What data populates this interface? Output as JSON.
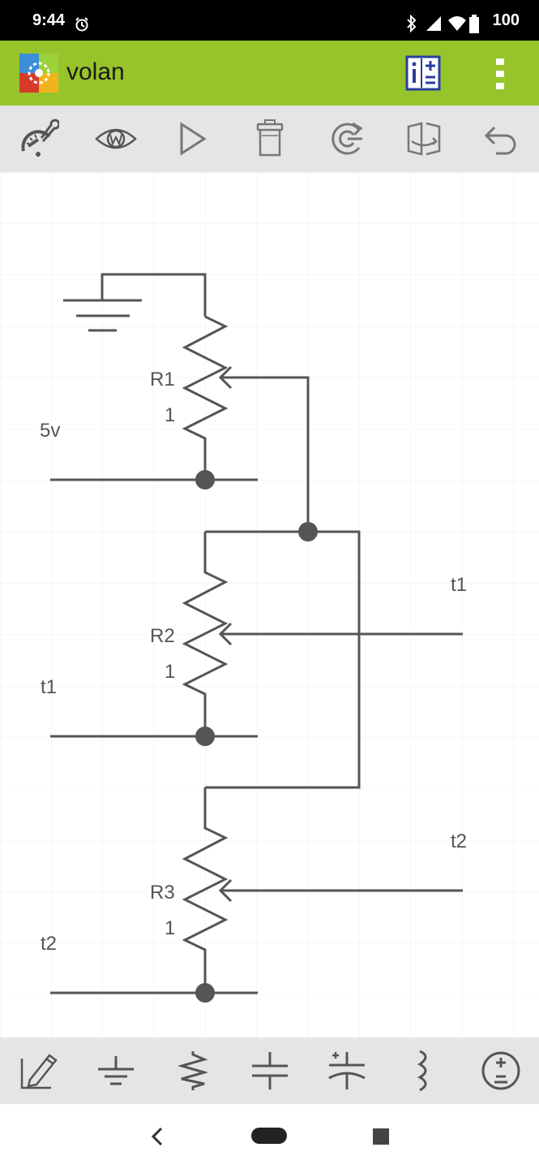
{
  "status_bar": {
    "time": "9:44",
    "battery": "100"
  },
  "app_bar": {
    "title": "volan"
  },
  "toolbar": {
    "icons": [
      "speedometer-wrench-icon",
      "eye-w-icon",
      "play-icon",
      "trash-can-icon",
      "rotate-icon",
      "flip-icon",
      "undo-icon"
    ]
  },
  "circuit": {
    "labels": {
      "r1_name": "R1",
      "r1_value": "1",
      "r2_name": "R2",
      "r2_value": "1",
      "r3_name": "R3",
      "r3_value": "1",
      "left_5v": "5v",
      "left_t1": "t1",
      "left_t2": "t2",
      "right_t1": "t1",
      "right_t2": "t2"
    }
  },
  "palette": {
    "icons": [
      "pencil-icon",
      "ground-icon",
      "resistor-icon",
      "capacitor-icon",
      "polarized-capacitor-icon",
      "inductor-icon",
      "voltage-source-icon"
    ]
  },
  "colors": {
    "app_bar": "#97c42a",
    "wire": "#555555",
    "toolbar_bg": "#e5e5e5"
  }
}
